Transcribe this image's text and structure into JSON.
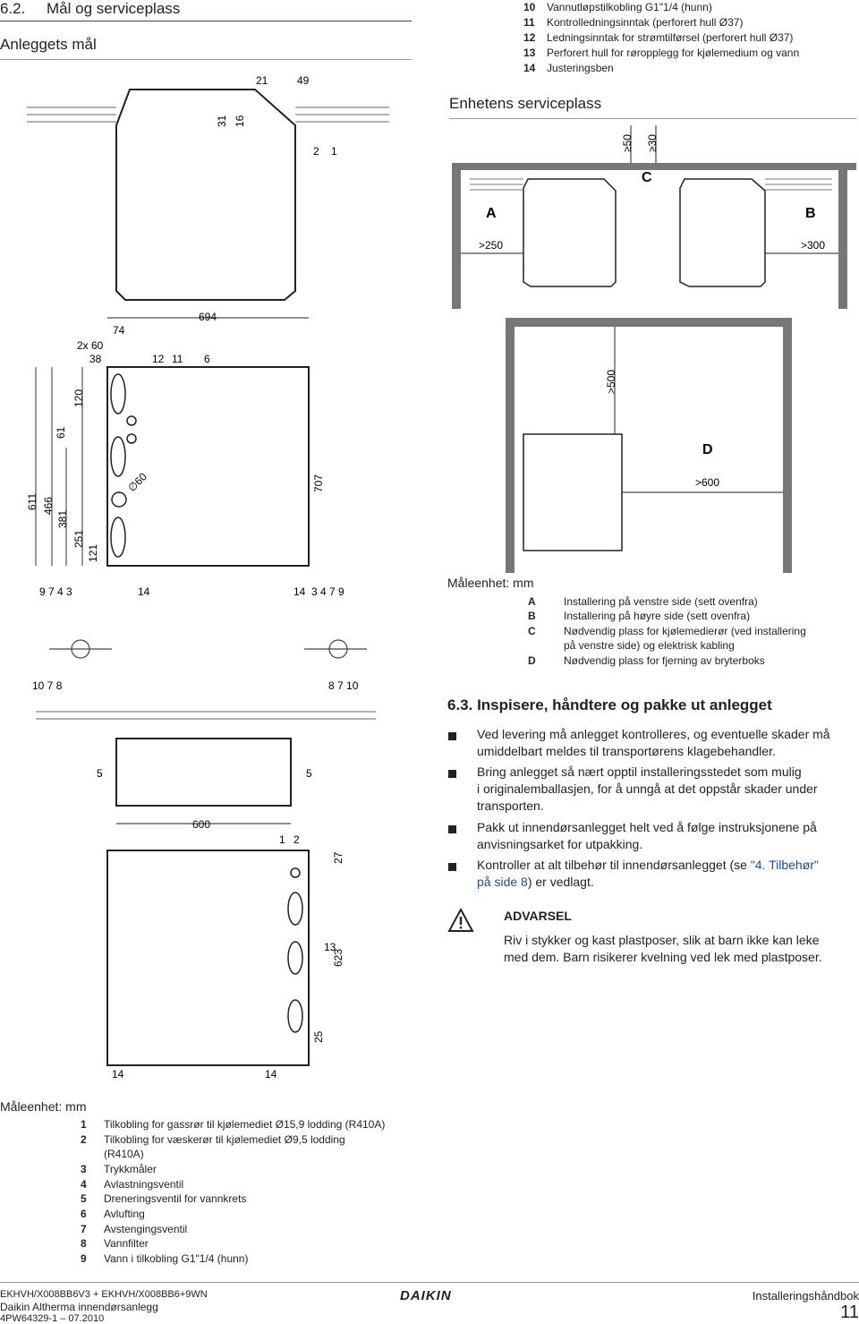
{
  "header": {
    "section": "6.2.",
    "title": "Mål og serviceplass",
    "subheading": "Anleggets mål"
  },
  "top_legend": [
    {
      "n": "10",
      "text": "Vannutløpstilkobling G1\"1/4 (hunn)"
    },
    {
      "n": "11",
      "text": "Kontrolledningsinntak (perforert hull Ø37)"
    },
    {
      "n": "12",
      "text": "Ledningsinntak for strømtilførsel (perforert hull Ø37)"
    },
    {
      "n": "13",
      "text": "Perforert hull for røropplegg for kjølemedium og vann"
    },
    {
      "n": "14",
      "text": "Justeringsben"
    }
  ],
  "service_heading": "Enhetens serviceplass",
  "service_diagram": {
    "labels": {
      "A": "A",
      "B": "B",
      "C": "C",
      "D": "D"
    },
    "dims": {
      "top1": "≥50",
      "top2": "≥30",
      "left": ">250",
      "right": ">300",
      "d_top": ">500",
      "d_side": ">600"
    }
  },
  "dimension_labels": {
    "d21": "21",
    "d49": "49",
    "d31": "31",
    "d16": "16",
    "d2": "2",
    "d1": "1",
    "d694": "694",
    "d74": "74",
    "d2x60": "2x 60",
    "d38": "38",
    "d12": "12",
    "d11": "11",
    "d6": "6",
    "d120": "120",
    "d61": "61",
    "d611": "611",
    "d466": "466",
    "d381": "381",
    "d251": "251",
    "d121": "121",
    "d707": "707",
    "d60": "∅60",
    "row_left": "9   7   4   3",
    "d14a": "14",
    "d14b": "14",
    "row_right": "3   4   7   9",
    "row2_left": "10   7   8",
    "row2_right": "8   7   10",
    "d5a": "5",
    "d5b": "5",
    "d600": "600",
    "d1b": "1",
    "d2b": "2",
    "d27": "27",
    "d13": "13",
    "d623": "623",
    "d25": "25",
    "d14c": "14",
    "d14d": "14"
  },
  "service_legend": {
    "unit": "Måleenhet: mm",
    "items": [
      {
        "k": "A",
        "text": "Installering på venstre side (sett ovenfra)"
      },
      {
        "k": "B",
        "text": "Installering på høyre side (sett ovenfra)"
      },
      {
        "k": "C",
        "text": "Nødvendig plass for kjølemedierør (ved installering"
      },
      {
        "k": "",
        "text": "på venstre side) og elektrisk kabling"
      },
      {
        "k": "D",
        "text": "Nødvendig plass for fjerning av bryterboks"
      }
    ]
  },
  "section63": {
    "title": "6.3.  Inspisere, håndtere og pakke ut anlegget",
    "bullets": [
      {
        "lines": [
          "Ved levering må anlegget kontrolleres, og eventuelle skader må",
          "umiddelbart meldes til transportørens klagebehandler."
        ]
      },
      {
        "lines": [
          "Bring anlegget så nært opptil installeringsstedet som mulig",
          "i originalemballasjen, for å unngå at det oppstår skader under",
          "transporten."
        ]
      },
      {
        "lines": [
          "Pakk ut innendørsanlegget helt ved å følge instruksjonene på",
          "anvisningsarket for utpakking."
        ]
      }
    ],
    "bullet4_a": "Kontroller at alt tilbehør til innendørsanlegget (se ",
    "bullet4_link1": "\"4. Tilbehør\"",
    "bullet4_link2": "på side 8",
    "bullet4_b": ") er vedlagt.",
    "warning_title": "ADVARSEL",
    "warning_lines": [
      "Riv i stykker og kast plastposer, slik at barn ikke kan leke",
      "med dem. Barn risikerer kvelning ved lek med plastposer."
    ]
  },
  "bottom_legend": {
    "unit": "Måleenhet: mm",
    "items": [
      {
        "n": "1",
        "text": "Tilkobling for gassrør til kjølemediet Ø15,9 lodding (R410A)"
      },
      {
        "n": "2",
        "text": "Tilkobling for væskerør til kjølemediet Ø9,5 lodding"
      },
      {
        "n": "",
        "text": "(R410A)"
      },
      {
        "n": "3",
        "text": "Trykkmåler"
      },
      {
        "n": "4",
        "text": "Avlastningsventil"
      },
      {
        "n": "5",
        "text": "Dreneringsventil for vannkrets"
      },
      {
        "n": "6",
        "text": "Avlufting"
      },
      {
        "n": "7",
        "text": "Avstengingsventil"
      },
      {
        "n": "8",
        "text": "Vannfilter"
      },
      {
        "n": "9",
        "text": "Vann i tilkobling G1\"1/4 (hunn)"
      }
    ]
  },
  "footer": {
    "model": "EKHVH/X008BB6V3 + EKHVH/X008BB6+9WN",
    "product": "Daikin Altherma innendørsanlegg",
    "code": "4PW64329-1 – 07.2010",
    "brand": "DAIKIN",
    "doc": "Installeringshåndbok",
    "page": "11"
  }
}
